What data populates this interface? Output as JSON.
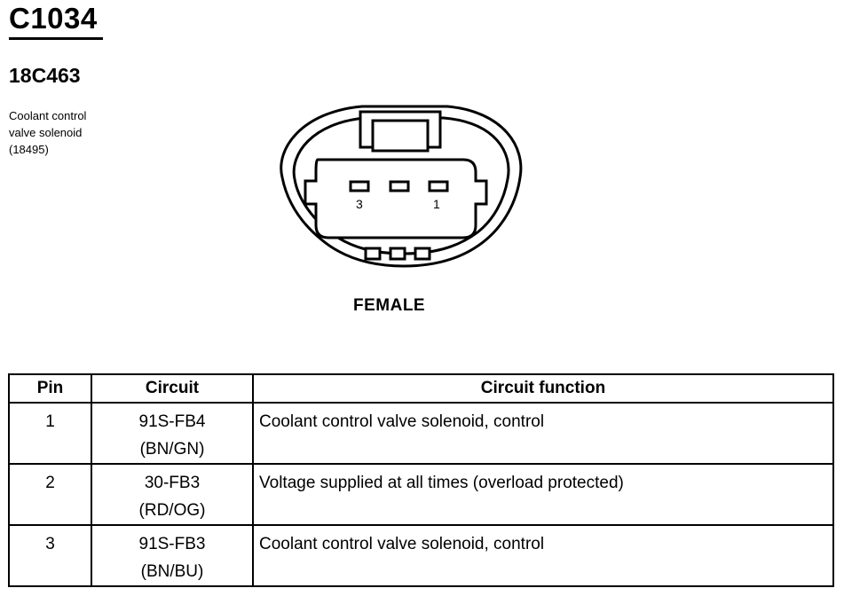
{
  "connector": {
    "id": "C1034",
    "part_number": "18C463",
    "description_lines": [
      "Coolant control",
      "valve solenoid",
      "(18495)"
    ],
    "pin_labels": {
      "left": "3",
      "right": "1"
    },
    "view": "FEMALE"
  },
  "table": {
    "headers": {
      "pin": "Pin",
      "circuit": "Circuit",
      "function": "Circuit function"
    },
    "rows": [
      {
        "pin": "1",
        "circuit": "91S-FB4",
        "wire": "(BN/GN)",
        "function": "Coolant control valve solenoid, control"
      },
      {
        "pin": "2",
        "circuit": "30-FB3",
        "wire": "(RD/OG)",
        "function": "Voltage supplied at all times (overload protected)"
      },
      {
        "pin": "3",
        "circuit": "91S-FB3",
        "wire": "(BN/BU)",
        "function": "Coolant control valve solenoid, control"
      }
    ]
  }
}
